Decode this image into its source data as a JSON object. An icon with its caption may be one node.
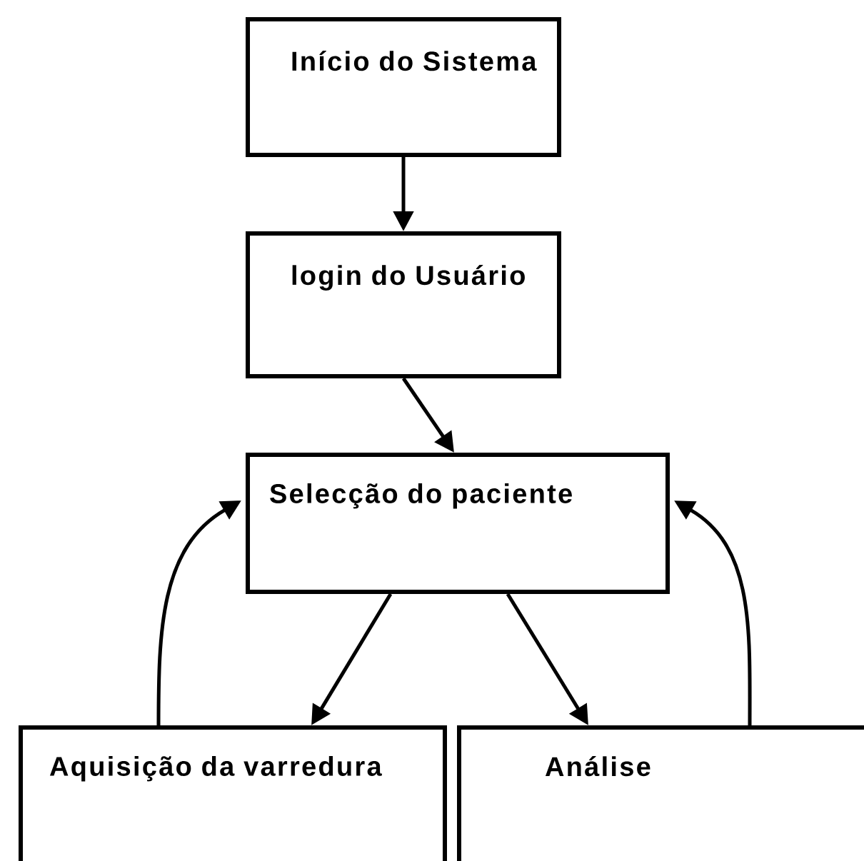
{
  "diagram": {
    "nodes": [
      {
        "text": [
          "Início do Sistema"
        ]
      },
      {
        "text": [
          "login do Usuário"
        ]
      },
      {
        "text": [
          "Selecção do paciente"
        ]
      },
      {
        "text": [
          "Aquisição da varredura"
        ]
      },
      {
        "text": [
          "Análise"
        ]
      }
    ],
    "edges": [
      {
        "from": 0,
        "to": 1,
        "arrow": "to"
      },
      {
        "from": 1,
        "to": 2,
        "arrow": "to"
      },
      {
        "from": 2,
        "to": 3,
        "arrow": "to"
      },
      {
        "from": 2,
        "to": 4,
        "arrow": "to"
      },
      {
        "from": 3,
        "to": 2,
        "arrow": "to"
      },
      {
        "from": 4,
        "to": 2,
        "arrow": "to"
      }
    ]
  }
}
